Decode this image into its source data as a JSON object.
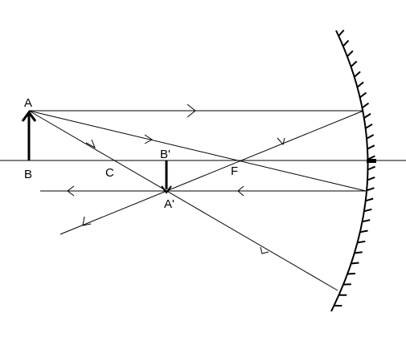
{
  "labels": {
    "A": "A",
    "B": "B",
    "C": "C",
    "F": "F",
    "B_prime": "B'",
    "A_prime": "A'"
  },
  "colors": {
    "ink": "#000000",
    "background": "#ffffff"
  }
}
